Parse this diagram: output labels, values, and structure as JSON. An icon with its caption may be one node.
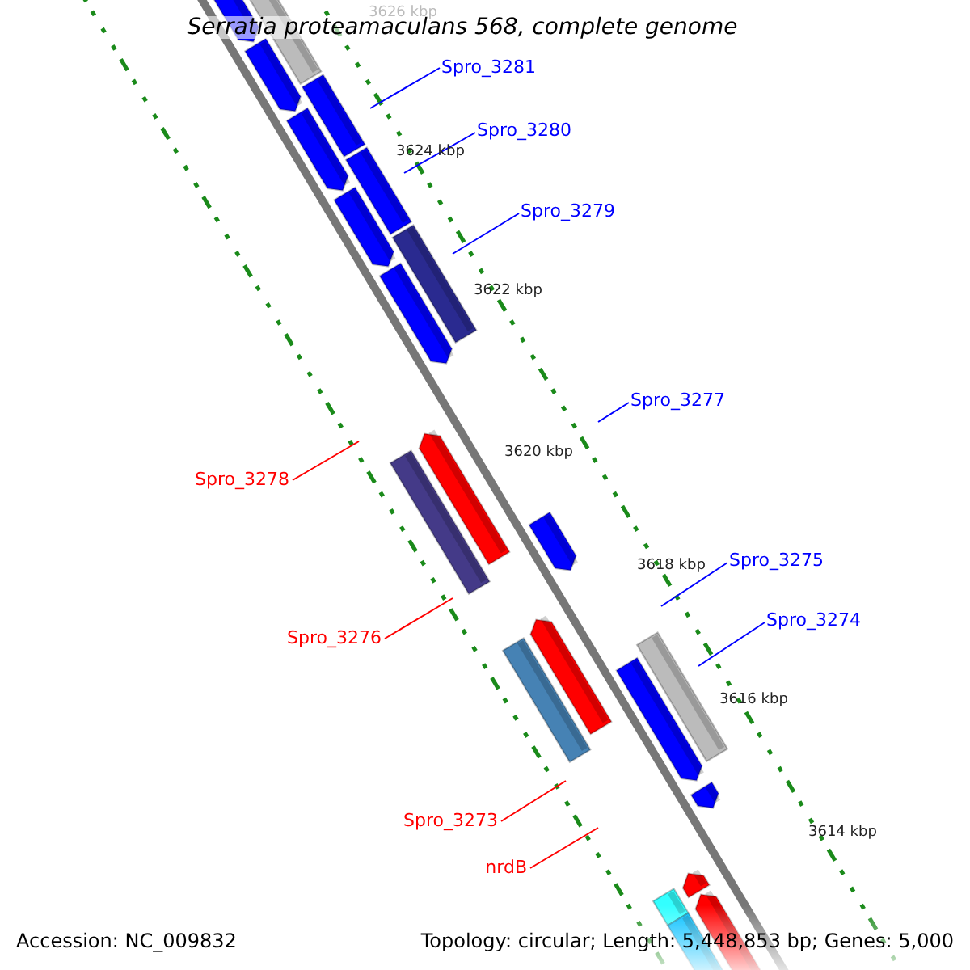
{
  "diagram": {
    "title": "Serratia proteamaculans 568, complete genome",
    "nodes": [
      {
        "text": [
          "Spro_3281"
        ]
      },
      {
        "text": [
          "Spro_3280"
        ]
      },
      {
        "text": [
          "Spro_3279"
        ]
      },
      {
        "text": [
          "Spro_3277"
        ]
      },
      {
        "text": [
          "Spro_3278"
        ]
      },
      {
        "text": [
          "Spro_3275"
        ]
      },
      {
        "text": [
          "Spro_3274"
        ]
      },
      {
        "text": [
          "Spro_3276"
        ]
      },
      {
        "text": [
          "Spro_3273"
        ]
      },
      {
        "text": [
          "nrdB"
        ]
      }
    ],
    "edges": [
      {
        "from": 0,
        "to": null,
        "arrow": "none"
      },
      {
        "from": 1,
        "to": null,
        "arrow": "none"
      },
      {
        "from": 2,
        "to": null,
        "arrow": "none"
      },
      {
        "from": 3,
        "to": null,
        "arrow": "none"
      },
      {
        "from": 4,
        "to": null,
        "arrow": "none",
        "color": "#ff0000"
      },
      {
        "from": 5,
        "to": null,
        "arrow": "none"
      },
      {
        "from": 6,
        "to": null,
        "arrow": "none"
      },
      {
        "from": 7,
        "to": null,
        "arrow": "none",
        "color": "#ff0000"
      },
      {
        "from": 8,
        "to": null,
        "arrow": "none",
        "color": "#ff0000"
      },
      {
        "from": 9,
        "to": null,
        "arrow": "none",
        "color": "#ff0000"
      }
    ],
    "labels": [
      "3626 kbp",
      "3624 kbp",
      "3622 kbp",
      "3620 kbp",
      "3618 kbp",
      "3616 kbp",
      "3614 kbp",
      "Accession: NC_009832",
      "Topology: circular; Length: 5,448,853 bp; Genes: 5,000"
    ]
  }
}
